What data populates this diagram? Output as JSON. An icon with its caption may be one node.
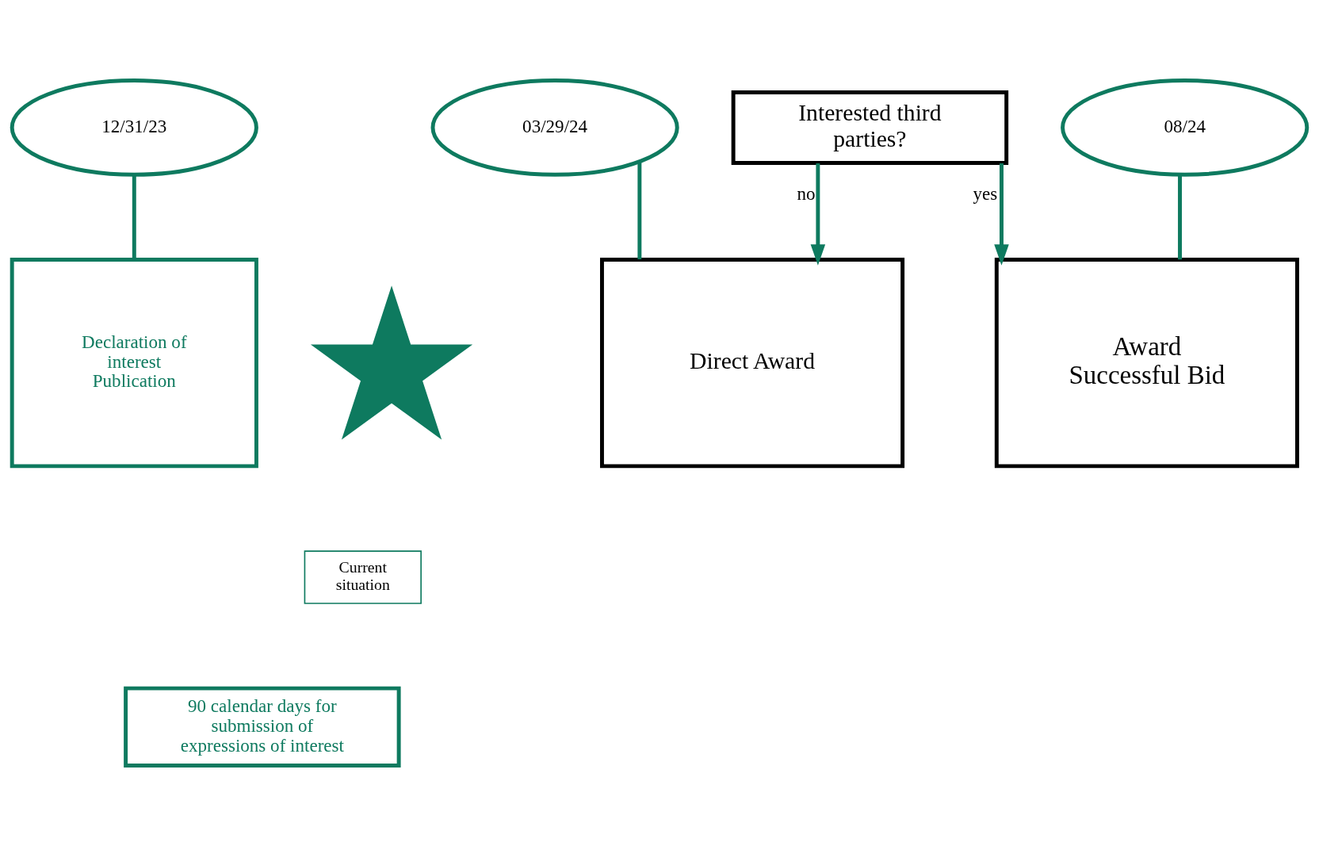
{
  "diagram": {
    "nodes": [
      {
        "text": [
          "12/31/23"
        ]
      },
      {
        "text": [
          "Declaration of interest Publication"
        ]
      },
      {
        "text": [],
        "shape": "star"
      },
      {
        "text": [
          "Current situation"
        ]
      },
      {
        "text": [
          "90 calendar days for submission of expressions of interest"
        ]
      },
      {
        "text": [
          "03/29/24"
        ]
      },
      {
        "text": [
          "Direct Award"
        ]
      },
      {
        "text": [
          "08/24"
        ]
      },
      {
        "text": [
          "Award Successful Bid"
        ]
      },
      {
        "text": [
          "Interested third parties?"
        ]
      }
    ],
    "edges": [
      {
        "from": 0,
        "to": 1,
        "arrow": "none"
      },
      {
        "from": 5,
        "to": 6,
        "arrow": "none"
      },
      {
        "from": 7,
        "to": 8,
        "arrow": "none"
      },
      {
        "from": 9,
        "to": 6,
        "arrow": "to",
        "label": "no"
      },
      {
        "from": 9,
        "to": 8,
        "arrow": "to",
        "label": "yes"
      }
    ]
  }
}
